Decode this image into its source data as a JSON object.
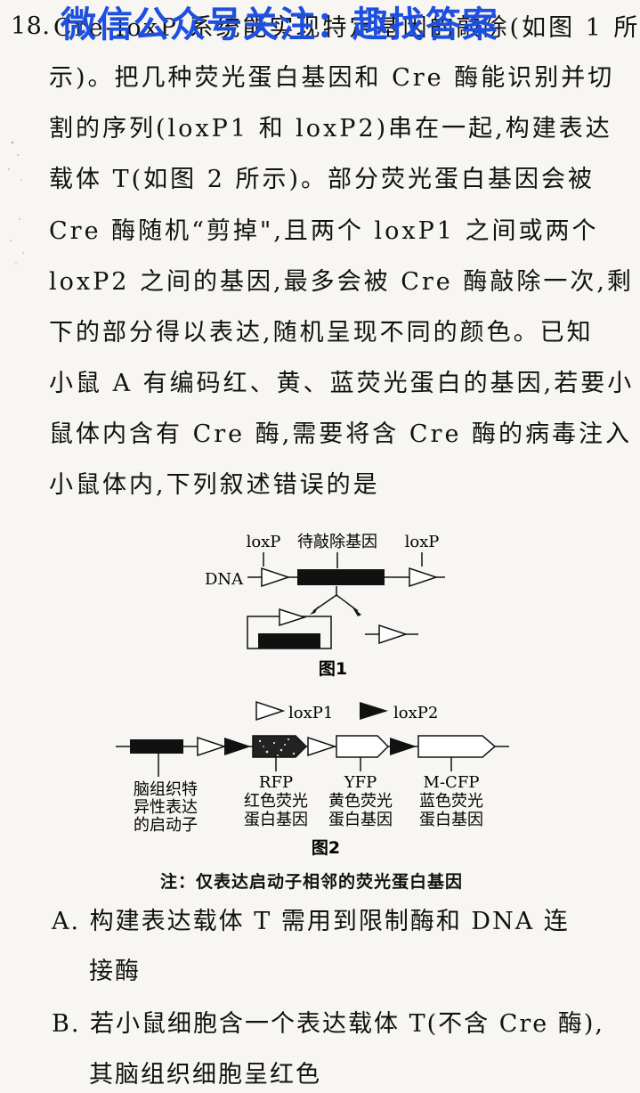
{
  "question": {
    "number": "18.",
    "watermark": "微信公众号关注：趣找答案",
    "stem_lines": [
      "Cre-loxP 系统能实现特定基因的敲除(如图 1 所",
      "示)。把几种荧光蛋白基因和 Cre 酶能识别并切",
      "割的序列(loxP1 和 loxP2)串在一起,构建表达",
      "载体 T(如图 2 所示)。部分荧光蛋白基因会被",
      "Cre 酶随机“剪掉\",且两个 loxP1 之间或两个",
      "loxP2 之间的基因,最多会被 Cre 酶敲除一次,剩",
      "下的部分得以表达,随机呈现不同的颜色。已知",
      "小鼠 A 有编码红、黄、蓝荧光蛋白的基因,若要小",
      "鼠体内含有 Cre 酶,需要将含 Cre 酶的病毒注入",
      "小鼠体内,下列叙述错误的是"
    ]
  },
  "figure1": {
    "label_loxp_left": "loxP",
    "label_target": "待敲除基因",
    "label_loxp_right": "loxP",
    "label_dna": "DNA",
    "caption": "图1"
  },
  "figure2": {
    "legend_loxp1": "loxP1",
    "legend_loxp2": "loxP2",
    "promoter_label": [
      "脑组织特",
      "异性表达",
      "的启动子"
    ],
    "rfp": [
      "RFP",
      "红色荧光",
      "蛋白基因"
    ],
    "yfp": [
      "YFP",
      "黄色荧光",
      "蛋白基因"
    ],
    "mcfp": [
      "M-CFP",
      "蓝色荧光",
      "蛋白基因"
    ],
    "caption": "图2",
    "note": "注：仅表达启动子相邻的荧光蛋白基因"
  },
  "options": {
    "a_line1": "A. 构建表达载体 T 需用到限制酶和 DNA 连",
    "a_line2": "接酶",
    "b_line1": "B. 若小鼠细胞含一个表达载体 T(不含 Cre 酶),",
    "b_line2": "其脑组织细胞呈红色"
  },
  "colors": {
    "watermark": "#1d4fe0",
    "ink": "#111111"
  }
}
